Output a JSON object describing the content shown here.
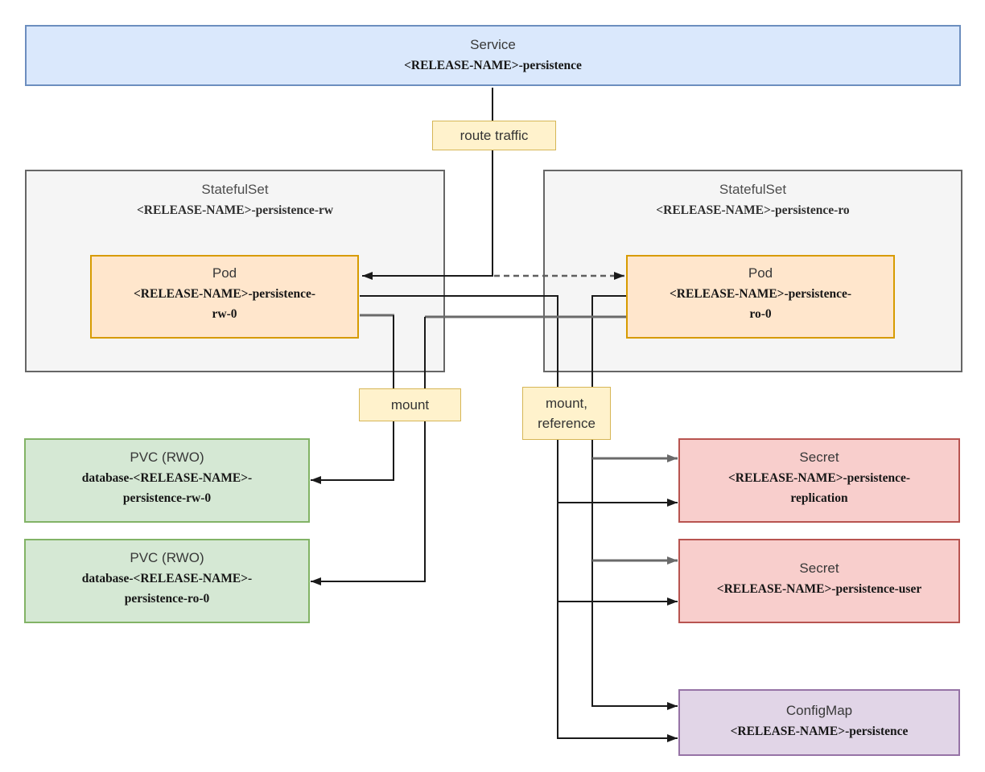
{
  "nodes": {
    "service": {
      "kind": "Service",
      "name": "<RELEASE-NAME>-persistence"
    },
    "statefulset_rw": {
      "kind": "StatefulSet",
      "name": "<RELEASE-NAME>-persistence-rw"
    },
    "statefulset_ro": {
      "kind": "StatefulSet",
      "name": "<RELEASE-NAME>-persistence-ro"
    },
    "pod_rw": {
      "kind": "Pod",
      "name_line1": "<RELEASE-NAME>-persistence-",
      "name_line2": "rw-0"
    },
    "pod_ro": {
      "kind": "Pod",
      "name_line1": "<RELEASE-NAME>-persistence-",
      "name_line2": "ro-0"
    },
    "pvc_rw": {
      "kind": "PVC (RWO)",
      "name_line1": "database-<RELEASE-NAME>-",
      "name_line2": "persistence-rw-0"
    },
    "pvc_ro": {
      "kind": "PVC (RWO)",
      "name_line1": "database-<RELEASE-NAME>-",
      "name_line2": "persistence-ro-0"
    },
    "secret_replication": {
      "kind": "Secret",
      "name_line1": "<RELEASE-NAME>-persistence-",
      "name_line2": "replication"
    },
    "secret_user": {
      "kind": "Secret",
      "name": "<RELEASE-NAME>-persistence-user"
    },
    "configmap": {
      "kind": "ConfigMap",
      "name": "<RELEASE-NAME>-persistence"
    }
  },
  "edge_labels": {
    "route_traffic": "route traffic",
    "mount": "mount",
    "mount_reference_line1": "mount,",
    "mount_reference_line2": "reference"
  },
  "colors": {
    "service_fill": "#dae8fc",
    "service_stroke": "#6c8ebf",
    "statefulset_fill": "#f5f5f5",
    "statefulset_stroke": "#666666",
    "pod_fill": "#ffe6cc",
    "pod_stroke": "#d79b00",
    "pvc_fill": "#d5e8d4",
    "pvc_stroke": "#82b366",
    "secret_fill": "#f8cecc",
    "secret_stroke": "#b85450",
    "configmap_fill": "#e1d5e7",
    "configmap_stroke": "#9673a6",
    "label_fill": "#fff2cc",
    "label_stroke": "#d6b656",
    "edge_dark": "#1a1a1a",
    "edge_gray": "#6a6a6a"
  }
}
